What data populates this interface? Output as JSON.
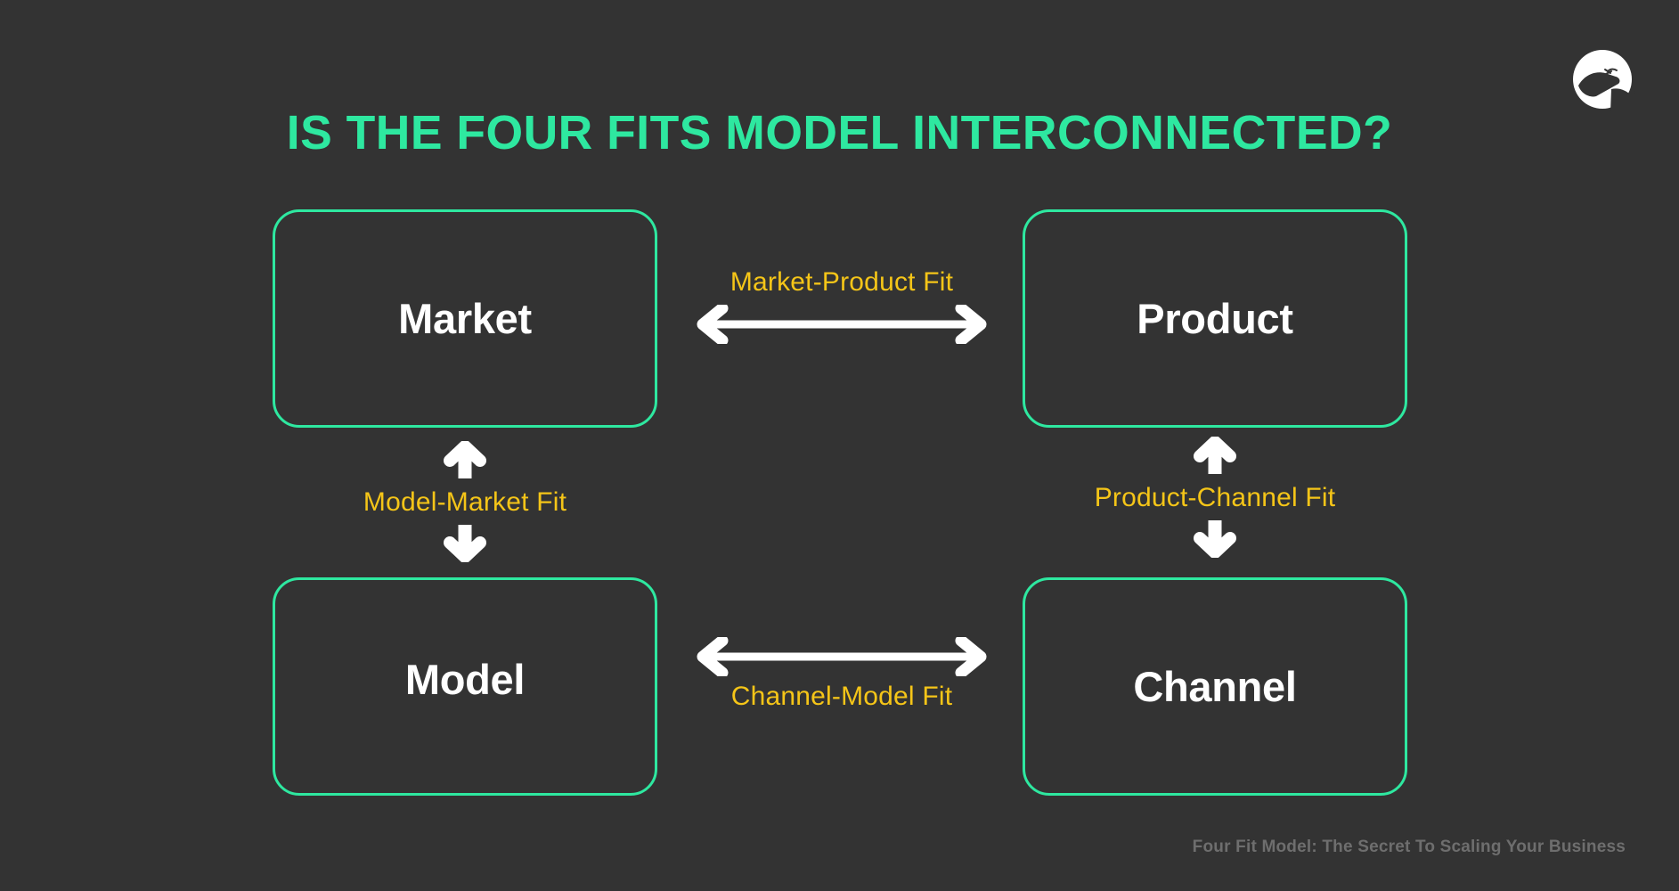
{
  "page": {
    "background_color": "#333333",
    "title": "IS THE FOUR FITS MODEL INTERCONNECTED?",
    "title_color": "#2EE8A0",
    "footer": "Four Fit Model: The Secret To Scaling Your Business",
    "footer_color": "#6E6E6E"
  },
  "brand": {
    "logo_name": "whale-logo-icon",
    "logo_color": "#FFFFFF"
  },
  "colors": {
    "accent_green": "#2EE8A0",
    "label_yellow": "#F5C518",
    "node_text": "#FFFFFF",
    "arrow": "#FFFFFF"
  },
  "diagram": {
    "type": "relationship-matrix",
    "nodes": [
      {
        "id": "market",
        "label": "Market",
        "position": "top-left"
      },
      {
        "id": "product",
        "label": "Product",
        "position": "top-right"
      },
      {
        "id": "model",
        "label": "Model",
        "position": "bottom-left"
      },
      {
        "id": "channel",
        "label": "Channel",
        "position": "bottom-right"
      }
    ],
    "connections": [
      {
        "id": "market-product",
        "label": "Market-Product Fit",
        "from": "market",
        "to": "product",
        "orientation": "horizontal",
        "bidirectional": true,
        "label_position": "above"
      },
      {
        "id": "product-channel",
        "label": "Product-Channel Fit",
        "from": "product",
        "to": "channel",
        "orientation": "vertical",
        "bidirectional": true,
        "label_position": "between"
      },
      {
        "id": "channel-model",
        "label": "Channel-Model Fit",
        "from": "channel",
        "to": "model",
        "orientation": "horizontal",
        "bidirectional": true,
        "label_position": "below"
      },
      {
        "id": "model-market",
        "label": "Model-Market Fit",
        "from": "model",
        "to": "market",
        "orientation": "vertical",
        "bidirectional": true,
        "label_position": "between"
      }
    ]
  }
}
